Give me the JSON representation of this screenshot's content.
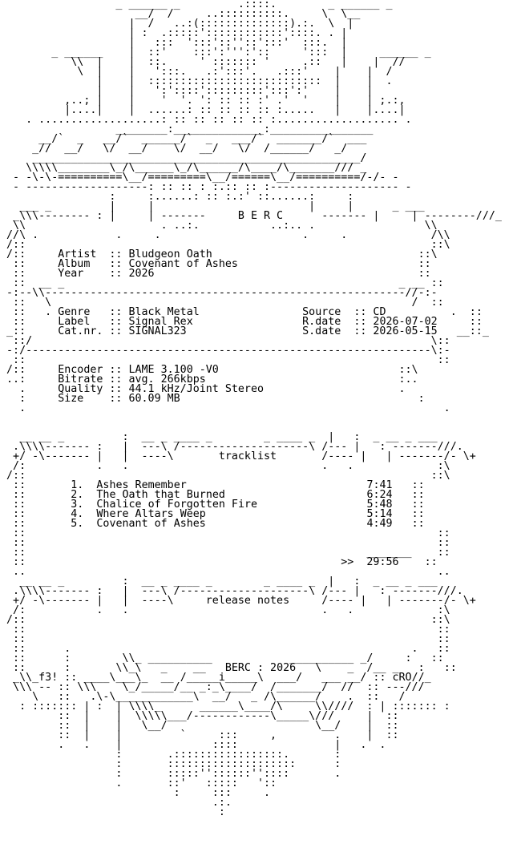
{
  "document": {
    "group": "BERC",
    "year": "2026",
    "credits": {
      "left": "f3!",
      "right": "cRO"
    },
    "sections": {
      "tracklist": "tracklist",
      "notes": "release notes"
    },
    "release": {
      "artist": "Bludgeon Oath",
      "album": "Covenant of Ashes",
      "year": "2026",
      "genre": "Black Metal",
      "label": "Signal Rex",
      "catalog": "SIGNAL323",
      "source": "CD",
      "release_date": "2026-07-02",
      "street_date": "2026-05-15",
      "encoder": "LAME 3.100 -V0",
      "bitrate": "avg. 266kbps",
      "quality": "44.1 kHz/Joint Stereo",
      "size": "60.09 MB"
    },
    "tracks": [
      {
        "n": "1.",
        "title": "Ashes Remember",
        "length": "7:41"
      },
      {
        "n": "2.",
        "title": "The Oath that Burned",
        "length": "6:24"
      },
      {
        "n": "3.",
        "title": "Chalice of Forgotten Fire",
        "length": "5:48"
      },
      {
        "n": "4.",
        "title": "Where Altars Weep",
        "length": "5:14"
      },
      {
        "n": "5.",
        "title": "Covenant of Ashes",
        "length": "4:49"
      }
    ],
    "total_time": "29:56"
  }
}
